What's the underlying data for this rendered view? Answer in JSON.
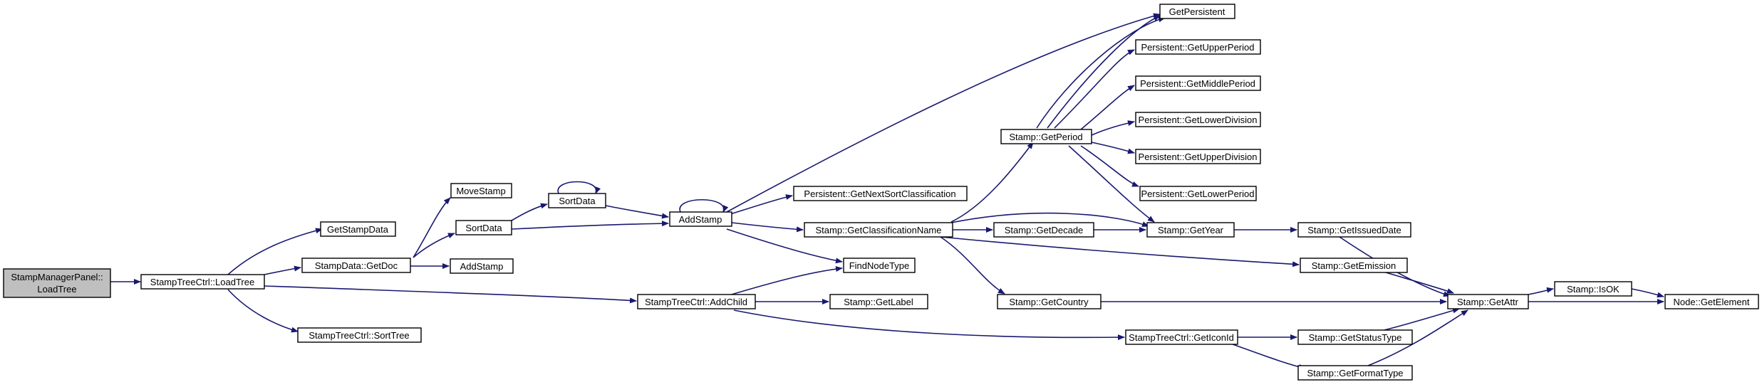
{
  "graph": {
    "root": {
      "line1": "StampManagerPanel::",
      "line2": "LoadTree"
    },
    "nodes": {
      "loadtree": "StampTreeCtrl::LoadTree",
      "getstampdata": "GetStampData",
      "getdoc": "StampData::GetDoc",
      "sorttree": "StampTreeCtrl::SortTree",
      "movestamp": "MoveStamp",
      "sortdata1": "SortData",
      "sortdata2": "SortData",
      "addstamp1": "AddStamp",
      "addstamp2": "AddStamp",
      "addchild": "StampTreeCtrl::AddChild",
      "getnextsort": "Persistent::GetNextSortClassification",
      "getclassname": "Stamp::GetClassificationName",
      "findnodetype": "FindNodeType",
      "getlabel": "Stamp::GetLabel",
      "getpersistent": "GetPersistent",
      "getupperperiod": "Persistent::GetUpperPeriod",
      "getmiddleperiod": "Persistent::GetMiddlePeriod",
      "getlowerdivision": "Persistent::GetLowerDivision",
      "getupperdivision": "Persistent::GetUpperDivision",
      "getlowerperiod": "Persistent::GetLowerPeriod",
      "getperiod": "Stamp::GetPeriod",
      "getdecade": "Stamp::GetDecade",
      "getyear": "Stamp::GetYear",
      "getcountry": "Stamp::GetCountry",
      "geticonid": "StampTreeCtrl::GetIconId",
      "getissueddate": "Stamp::GetIssuedDate",
      "getemission": "Stamp::GetEmission",
      "getstatustype": "Stamp::GetStatusType",
      "getformattype": "Stamp::GetFormatType",
      "getattr": "Stamp::GetAttr",
      "isok": "Stamp::IsOK",
      "getelement": "Node::GetElement"
    }
  },
  "colors": {
    "edge": "#191970",
    "root_fill": "#bfbfbf",
    "node_fill": "#ffffff",
    "node_stroke": "#000000"
  }
}
